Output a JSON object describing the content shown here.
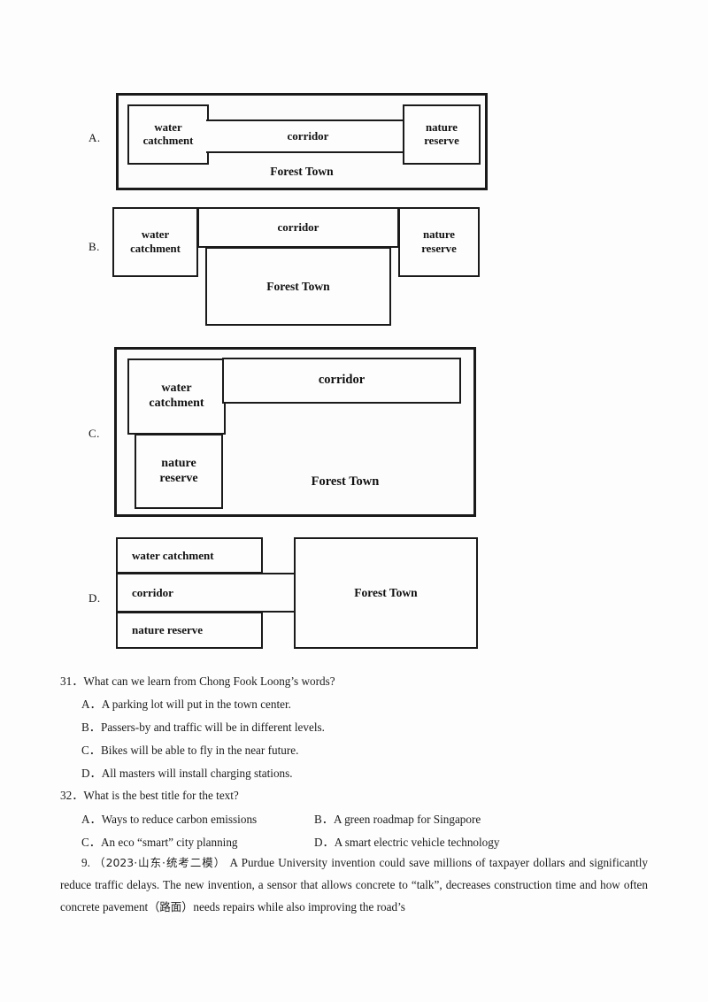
{
  "diagrams": [
    {
      "letter": "A.",
      "boxes": {
        "outer_label": "Forest Town",
        "water": "water\ncatchment",
        "corridor": "corridor",
        "nature": "nature\nreserve"
      }
    },
    {
      "letter": "B.",
      "boxes": {
        "water": "water\ncatchment",
        "corridor": "corridor",
        "forest": "Forest Town",
        "nature": "nature\nreserve"
      }
    },
    {
      "letter": "C.",
      "boxes": {
        "outer_label": "Forest Town",
        "water": "water\ncatchment",
        "corridor": "corridor",
        "nature": "nature\nreserve"
      }
    },
    {
      "letter": "D.",
      "boxes": {
        "water": "water catchment",
        "corridor": "corridor",
        "nature": "nature reserve",
        "forest": "Forest Town"
      }
    }
  ],
  "questions": [
    {
      "number": "31．",
      "stem": "What can we learn from Chong Fook Loong’s words?",
      "options": [
        "A．A parking lot will put in the town center.",
        "B．Passers-by and traffic will be in different levels.",
        "C．Bikes will be able to fly in the near future.",
        "D．All masters will install charging stations."
      ]
    },
    {
      "number": "32．",
      "stem": "What is the best title for the text?",
      "options_grid": [
        [
          "A．Ways to reduce carbon emissions",
          "B．A green roadmap for Singapore"
        ],
        [
          "C．An eco “smart” city planning",
          "D．A smart electric vehicle technology"
        ]
      ]
    }
  ],
  "passage": {
    "number": "9.",
    "source": "（2023·山东·统考二模）",
    "text_part1": "A Purdue University invention could save millions of taxpayer dollars and significantly reduce traffic delays. The new invention, a sensor that allows concrete to “talk”, decreases construction time and how often concrete pavement（",
    "gloss": "路面",
    "text_part2": "）needs repairs while also improving the road’s"
  }
}
